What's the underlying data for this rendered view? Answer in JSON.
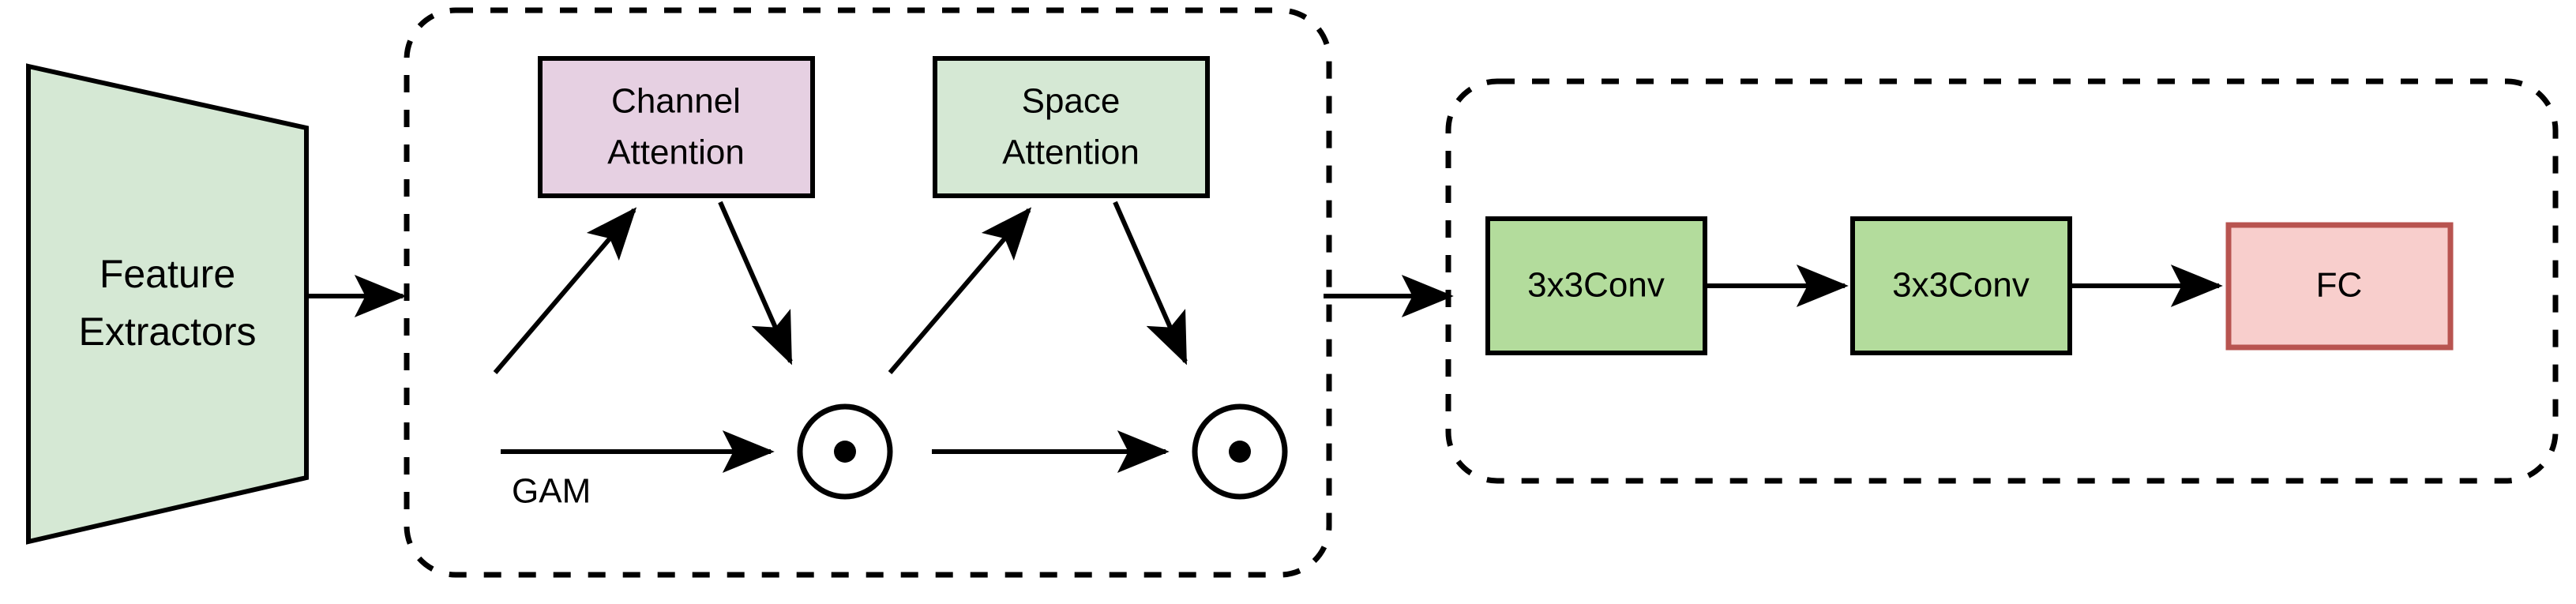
{
  "diagram": {
    "title": "GAM attention network architecture diagram",
    "background_color": "#ffffff",
    "stroke_color": "#000000"
  },
  "colors": {
    "feature_extractor_fill": "#d5e8d4",
    "channel_attention_fill": "#e6d0e2",
    "space_attention_fill": "#d5e8d4",
    "conv_fill": "#b3dc9c",
    "fc_fill": "#f8cecc",
    "fc_border": "#b85450",
    "outline": "#000000",
    "canvas": "#ffffff"
  },
  "nodes": {
    "feature_extractors": {
      "label_line1": "Feature",
      "label_line2": "Extractors",
      "shape": "trapezoid"
    },
    "channel_attention": {
      "label_line1": "Channel",
      "label_line2": "Attention",
      "shape": "rectangle"
    },
    "space_attention": {
      "label_line1": "Space",
      "label_line2": "Attention",
      "shape": "rectangle"
    },
    "mul_op_1": {
      "label": "",
      "icon": "elementwise-multiply-icon",
      "shape": "circle-with-dot"
    },
    "mul_op_2": {
      "label": "",
      "icon": "elementwise-multiply-icon",
      "shape": "circle-with-dot"
    },
    "conv1": {
      "label": "3x3Conv",
      "shape": "rectangle"
    },
    "conv2": {
      "label": "3x3Conv",
      "shape": "rectangle"
    },
    "fc": {
      "label": "FC",
      "shape": "rectangle"
    }
  },
  "groups": {
    "gam": {
      "label": "GAM",
      "style": "dashed-rounded-rectangle"
    },
    "head": {
      "label": "",
      "style": "dashed-rounded-rectangle"
    }
  },
  "edges": [
    {
      "name": "feature-extractors-to-gam",
      "from": "feature_extractors",
      "to": "gam",
      "arrow": true
    },
    {
      "name": "input-to-channel-attention",
      "from": "gam_input",
      "to": "channel_attention",
      "arrow": true
    },
    {
      "name": "channel-attention-to-mul1",
      "from": "channel_attention",
      "to": "mul_op_1",
      "arrow": true
    },
    {
      "name": "input-to-mul1",
      "from": "gam_input",
      "to": "mul_op_1",
      "arrow": true
    },
    {
      "name": "mul1-to-space-attention",
      "from": "mul_op_1",
      "to": "space_attention",
      "arrow": true
    },
    {
      "name": "space-attention-to-mul2",
      "from": "space_attention",
      "to": "mul_op_2",
      "arrow": true
    },
    {
      "name": "mul1-to-mul2",
      "from": "mul_op_1",
      "to": "mul_op_2",
      "arrow": true
    },
    {
      "name": "gam-to-head",
      "from": "gam",
      "to": "head",
      "arrow": true
    },
    {
      "name": "head-input-to-conv1",
      "from": "head_input",
      "to": "conv1",
      "arrow": true
    },
    {
      "name": "conv1-to-conv2",
      "from": "conv1",
      "to": "conv2",
      "arrow": true
    },
    {
      "name": "conv2-to-fc",
      "from": "conv2",
      "to": "fc",
      "arrow": true
    }
  ]
}
